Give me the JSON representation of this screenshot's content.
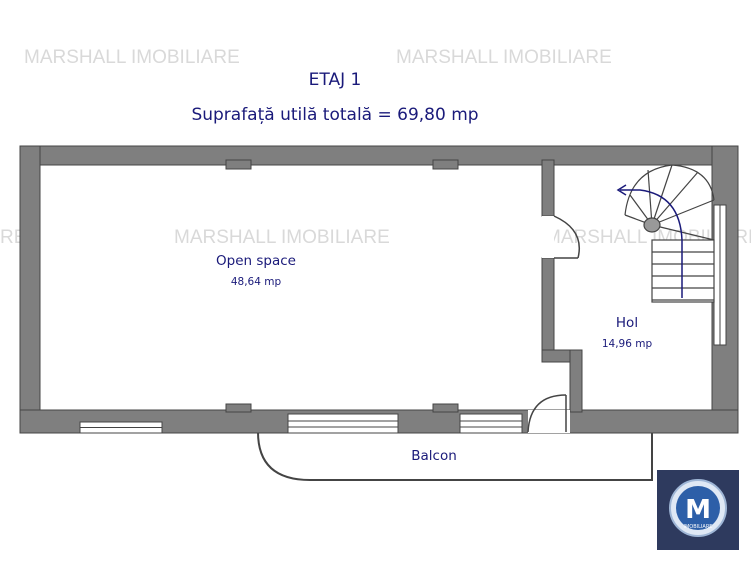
{
  "watermark": "MARSHALL IMOBILIARE",
  "header": {
    "floor": "ETAJ 1",
    "area_label": "Suprafață utilă totală = 69,80 mp"
  },
  "rooms": [
    {
      "name": "Open space",
      "area": "48,64 mp"
    },
    {
      "name": "Hol",
      "area": "14,96 mp"
    },
    {
      "name": "Balcon"
    }
  ],
  "logo": {
    "letter": "M",
    "text": "IMOBILIARE"
  },
  "colors": {
    "wall": "#7f7f7f",
    "text": "#1a1a7a",
    "watermark": "#d9d9d9",
    "logo_bg": "#2e3a5e",
    "stair_arrow": "#1a1a7a"
  }
}
